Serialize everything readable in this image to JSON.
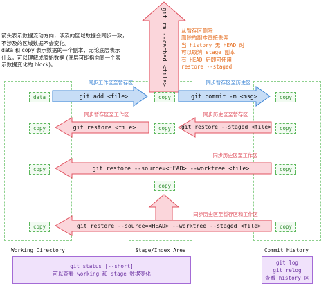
{
  "intro_note": "箭头表示数据流动方向，涉及的区域数据会同步一致，\n不涉及的区域数据不会变化。\ndata 和 copy 表示数据的一个副本，无论底层表示\n什么，可以理解成原始数据 (底层可能指向同一个表\n示数据变化的 block)。",
  "zones": {
    "working": "Working Directory",
    "stage": "Stage/Index Area",
    "history": "Commit History"
  },
  "boxes": {
    "data": "data",
    "copy": "copy"
  },
  "rm_cached": {
    "command": "git rm --cached <file>",
    "note": "从暂存区删除\n删除的副本直接丢弃\n当 history 无 HEAD 时\n可以取消 stage 副本\n有 HEAD 后即可使用\nrestore --staged"
  },
  "rows": [
    {
      "label": "同步工作区至暂存区",
      "command": "git add <file>"
    },
    {
      "label": "同步暂存区至历史区",
      "command": "git commit -m <msg>"
    },
    {
      "label": "同步暂存区至工作区",
      "command": "git restore <file>"
    },
    {
      "label": "同步历史区至暂存区",
      "command": "git restore --staged <file>"
    },
    {
      "label": "同步历史区至工作区",
      "command": "git restore --source=<HEAD> --worktree <file>"
    },
    {
      "label": "同步历史区至暂存区和工作区",
      "command": "git restore --source=<HEAD> --worktree --staged <file>"
    }
  ],
  "bottom": {
    "status": "git status [--short]\n可以查看 working 和 stage 数据变化",
    "log": "git log\ngit relog\n查看 history 区"
  },
  "colors": {
    "blue_fill": "#c7ddf6",
    "blue_stroke": "#3d86d6",
    "red_fill": "#fbd6db",
    "red_stroke": "#e0525f",
    "green": "#5db85d",
    "orange": "#e46a1b",
    "purple_fill": "#f0e2fb",
    "purple_stroke": "#a46bd6"
  }
}
